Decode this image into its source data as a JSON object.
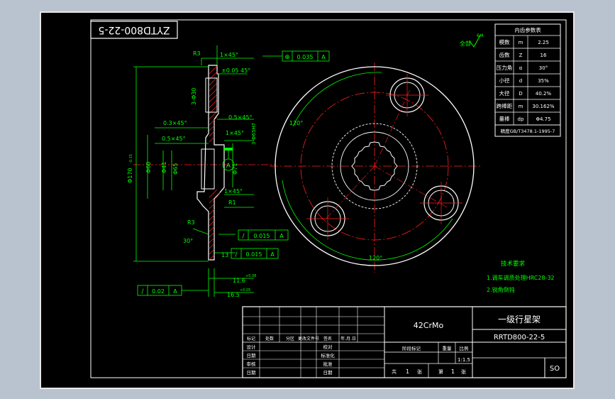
{
  "colors": {
    "background": "#b9c3cf",
    "sheet": "#000000",
    "frame": "#ffffff",
    "geometry": "#ffffff",
    "dimension": "#00ff00",
    "centerline": "#ff2020",
    "table_line": "#ffffff",
    "table_text": "#ffffff",
    "hatch": "#ff2020"
  },
  "drawing": {
    "stamp_number": "ZYTD800-22-5",
    "roughness_note": "全部",
    "roughness_value": "6.4"
  },
  "section_view": {
    "dims": {
      "chamfer_top": "1×45°",
      "radius_r3": "R3",
      "chamfer_005": "±0.05 45°",
      "chamfer_03": "0.3×45°",
      "chamfer_05a": "0.5×45°",
      "chamfer_05b": "0.5×45°",
      "chamfer_1_mid": "1×45°",
      "chamfer_1_bot": "1×45°",
      "radius_r1": "R1",
      "radius_r3b": "R3",
      "angle_30": "30°",
      "holes": "3-Φ30",
      "holes2": "3-Φ65H7",
      "dia_170": "Φ170",
      "dia_170_tol": "-0.15",
      "dia_60": "Φ60",
      "dia_41": "Φ41",
      "dia_65": "Φ65",
      "dia_71": "Φ71",
      "len_11": "11.6",
      "len_11_tol": "+0.08",
      "len_16": "16.5",
      "len_16_tol": "+0.05",
      "num_13": "13"
    },
    "datum": "A",
    "tolerance_frames": [
      {
        "symbol": "⊕",
        "value": "0.035",
        "datum": "A"
      },
      {
        "symbol": "/",
        "value": "0.015",
        "datum": "A"
      },
      {
        "symbol": "/",
        "value": "0.015",
        "datum": "A"
      },
      {
        "symbol": "/",
        "value": "0.02",
        "datum": "A"
      }
    ]
  },
  "front_view": {
    "angle_top": "120°",
    "angle_bottom": "120°"
  },
  "spline_table": {
    "title": "内齿参数表",
    "rows": [
      {
        "name": "模数",
        "sym": "m",
        "value": "2.25"
      },
      {
        "name": "齿数",
        "sym": "Z",
        "value": "16"
      },
      {
        "name": "压力角",
        "sym": "α",
        "value": "30°"
      },
      {
        "name": "小径",
        "sym": "d",
        "value": "35%"
      },
      {
        "name": "大径",
        "sym": "D",
        "value": "40.2%"
      },
      {
        "name": "跨棒距",
        "sym": "m",
        "value": "30.162%"
      },
      {
        "name": "量棒",
        "sym": "dp",
        "value": "Φ4.75"
      }
    ],
    "accuracy": "精度GB/T3478.1-1995-7"
  },
  "notes": {
    "title": "技术要求",
    "items": [
      "1.调车调质处理HRC28-32",
      "2.锐角倒钝"
    ]
  },
  "title_block": {
    "material": "42CrMo",
    "part_name": "一级行星架",
    "drawing_no": "RRTD800-22-5",
    "scale": "1:1.5",
    "total_label": "共",
    "total_sheets": "1",
    "sheet_unit": "张",
    "sheet_label": "第",
    "sheet_no": "1",
    "sheet_unit2": "张",
    "corner": "SO",
    "header_labels": [
      "标记",
      "处数",
      "分区",
      "更改文件号",
      "签名",
      "年.月.日"
    ],
    "row_labels_left": [
      "设计",
      "日期",
      "审核",
      "日期"
    ],
    "row_labels_mid": [
      "校对",
      "标准化",
      "批准",
      "日期"
    ],
    "stage_labels": [
      "阶段标记",
      "重量",
      "比例"
    ]
  }
}
